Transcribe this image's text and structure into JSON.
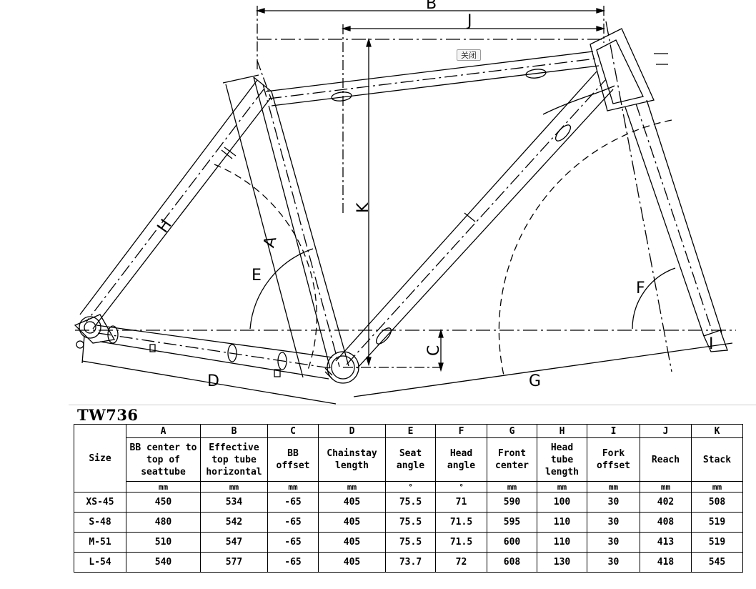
{
  "drawing": {
    "labels": {
      "A": "A",
      "B": "B",
      "C": "C",
      "D": "D",
      "E": "E",
      "F": "F",
      "G": "G",
      "H": "H",
      "I": "I",
      "J": "J",
      "K": "K"
    },
    "close_button": "关闭"
  },
  "model": "TW736",
  "table": {
    "size_header": "Size",
    "letters": [
      "A",
      "B",
      "C",
      "D",
      "E",
      "F",
      "G",
      "H",
      "I",
      "J",
      "K"
    ],
    "headers": [
      "BB center to\ntop of\nseattube",
      "Effective\ntop tube\nhorizontal",
      "BB\noffset",
      "Chainstay\nlength",
      "Seat\nangle",
      "Head\nangle",
      "Front\ncenter",
      "Head\ntube\nlength",
      "Fork\noffset",
      "Reach",
      "Stack"
    ],
    "units": [
      "mm",
      "mm",
      "mm",
      "mm",
      "°",
      "°",
      "mm",
      "mm",
      "mm",
      "mm",
      "mm"
    ],
    "rows": [
      {
        "size": "XS-45",
        "values": [
          "450",
          "534",
          "-65",
          "405",
          "75.5",
          "71",
          "590",
          "100",
          "30",
          "402",
          "508"
        ]
      },
      {
        "size": "S-48",
        "values": [
          "480",
          "542",
          "-65",
          "405",
          "75.5",
          "71.5",
          "595",
          "110",
          "30",
          "408",
          "519"
        ]
      },
      {
        "size": "M-51",
        "values": [
          "510",
          "547",
          "-65",
          "405",
          "75.5",
          "71.5",
          "600",
          "110",
          "30",
          "413",
          "519"
        ]
      },
      {
        "size": "L-54",
        "values": [
          "540",
          "577",
          "-65",
          "405",
          "73.7",
          "72",
          "608",
          "130",
          "30",
          "418",
          "545"
        ]
      }
    ]
  }
}
